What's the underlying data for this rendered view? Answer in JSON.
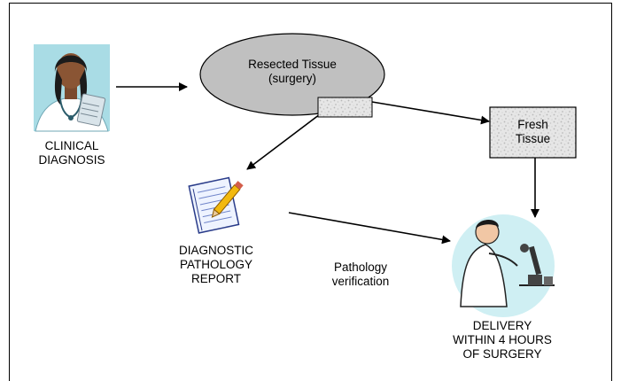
{
  "nodes": {
    "clinical_diagnosis": [
      "CLINICAL",
      "DIAGNOSIS"
    ],
    "resected_tissue": [
      "Resected Tissue",
      "(surgery)"
    ],
    "fresh_tissue": [
      "Fresh",
      "Tissue"
    ],
    "pathology_report": [
      "DIAGNOSTIC",
      "PATHOLOGY",
      "REPORT"
    ],
    "delivery": [
      "DELIVERY",
      "WITHIN 4 HOURS",
      "OF SURGERY"
    ]
  },
  "edges": {
    "pathology_verification": [
      "Pathology",
      "verification"
    ]
  },
  "colors": {
    "ellipse_fill": "#c0c0c0",
    "line": "#000000",
    "texture_fill": "#e4e4e4"
  },
  "icons": {
    "doctor": "doctor-with-clipboard-icon",
    "report": "notepad-with-pencil-icon",
    "scientist": "scientist-with-microscope-icon"
  }
}
